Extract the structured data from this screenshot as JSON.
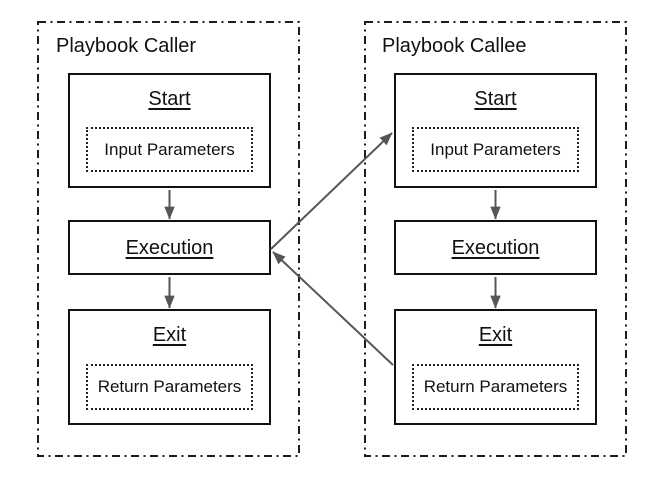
{
  "colors": {
    "arrow": "#565656",
    "box_border": "#111111",
    "dashed_border": "#1d1d1d",
    "text": "#111111",
    "background": "#ffffff"
  },
  "caller": {
    "label": "Playbook Caller",
    "start": {
      "title": "Start",
      "param": "Input Parameters"
    },
    "execution": {
      "title": "Execution"
    },
    "exit": {
      "title": "Exit",
      "param": "Return Parameters"
    }
  },
  "callee": {
    "label": "Playbook Callee",
    "start": {
      "title": "Start",
      "param": "Input Parameters"
    },
    "execution": {
      "title": "Execution"
    },
    "exit": {
      "title": "Exit",
      "param": "Return Parameters"
    }
  }
}
